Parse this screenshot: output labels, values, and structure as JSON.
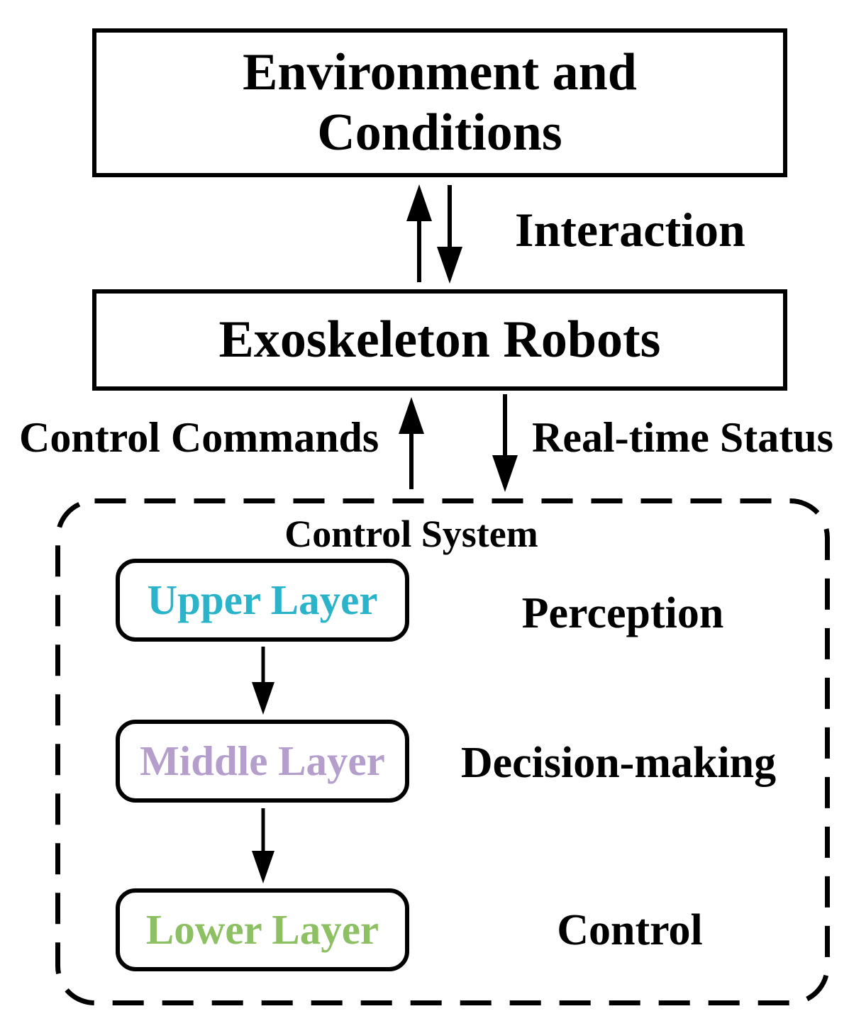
{
  "boxes": {
    "environment": {
      "label": "Environment and\nConditions"
    },
    "exoskeleton": {
      "label": "Exoskeleton Robots"
    }
  },
  "flow_labels": {
    "interaction": "Interaction",
    "control_commands": "Control Commands",
    "realtime_status": "Real-time Status"
  },
  "control_system": {
    "title": "Control System",
    "layers": [
      {
        "label": "Upper Layer",
        "color": "#2BB3C9",
        "annotation": "Perception"
      },
      {
        "label": "Middle Layer",
        "color": "#B49FCC",
        "annotation": "Decision-making"
      },
      {
        "label": "Lower Layer",
        "color": "#8CC063",
        "annotation": "Control"
      }
    ]
  },
  "colors": {
    "stroke": "#000000",
    "background": "#ffffff"
  }
}
